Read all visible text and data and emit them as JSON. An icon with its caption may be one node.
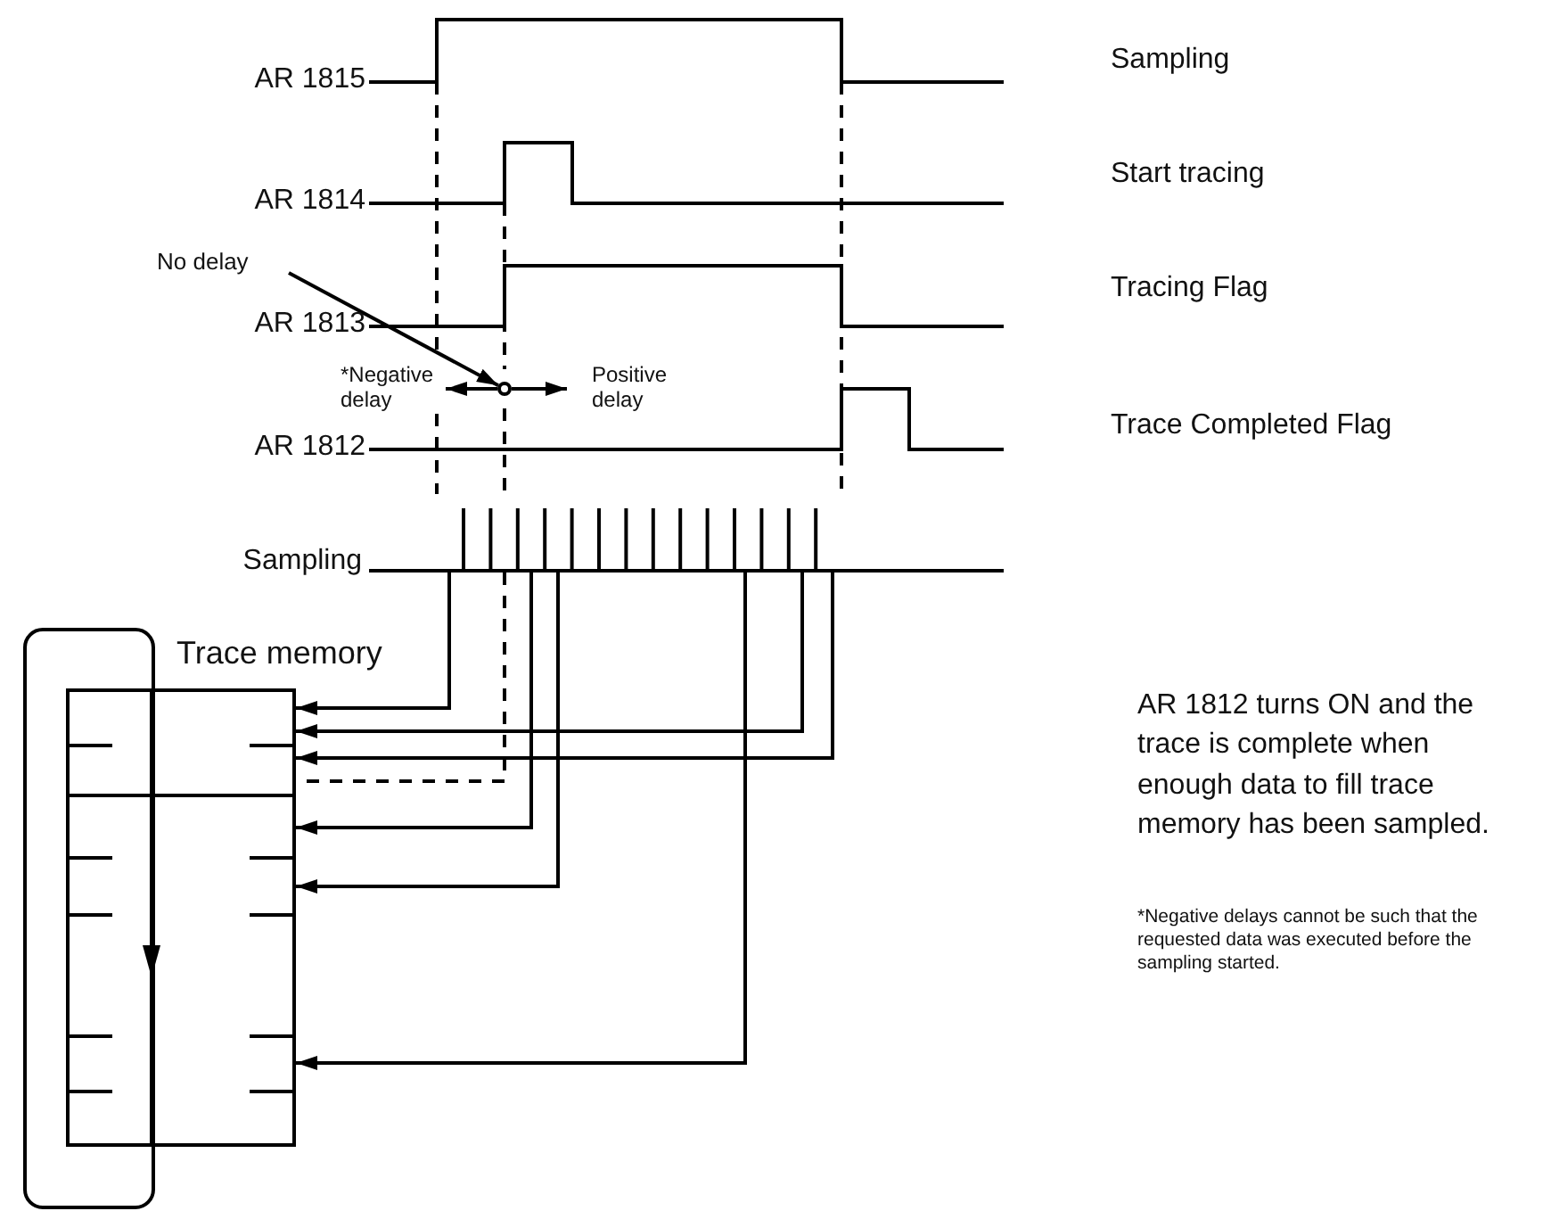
{
  "diagram": {
    "nodes": [
      {
        "text": [
          "Trace memory"
        ]
      },
      {
        "text": [
          "No delay"
        ]
      },
      {
        "text": [],
        "shape": "circle"
      },
      {
        "text": [],
        "shape": "waveform",
        "beside": [
          "Sampling"
        ]
      }
    ],
    "edges": [
      {
        "from": 1,
        "to": 2,
        "arrow": "to"
      },
      {
        "from": 3,
        "to": 0,
        "arrow": "to"
      },
      {
        "from": 3,
        "to": 0,
        "arrow": "to"
      },
      {
        "from": 3,
        "to": 0,
        "arrow": "to"
      },
      {
        "from": 3,
        "to": 0,
        "arrow": "none",
        "style": "dashed"
      },
      {
        "from": 3,
        "to": 0,
        "arrow": "to"
      },
      {
        "from": 3,
        "to": 0,
        "arrow": "to"
      },
      {
        "from": 3,
        "to": 0,
        "arrow": "to"
      }
    ],
    "labels": [
      "AR 1815",
      "AR 1814",
      "AR 1813",
      "AR 1812",
      "Sampling",
      "Start tracing",
      "Tracing Flag",
      "Trace Completed Flag",
      "*Negative delay",
      "Positive delay",
      "AR 1812 turns ON and the trace is complete when enough data to fill trace memory has been sampled.",
      "*Negative delays cannot be such that the requested data was executed before the sampling started."
    ]
  }
}
